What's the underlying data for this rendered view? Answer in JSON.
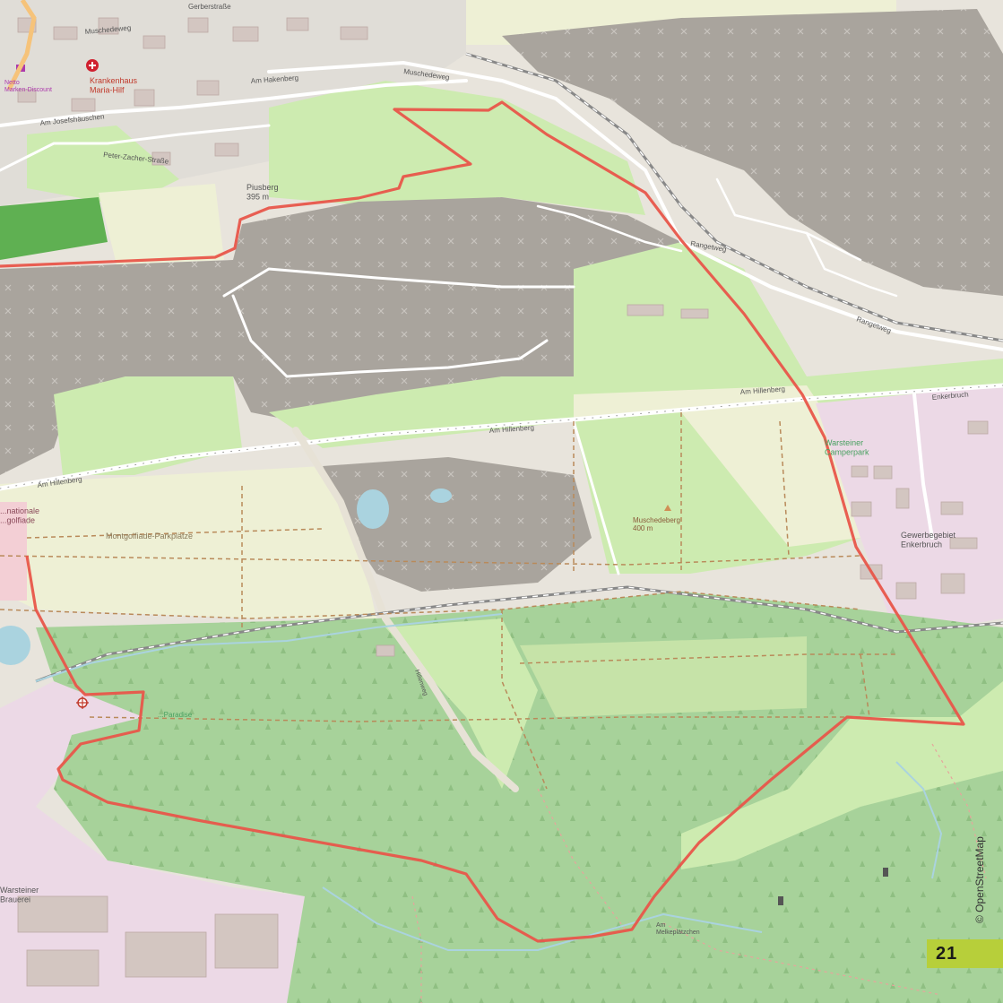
{
  "page": {
    "number": "21"
  },
  "attribution": "© OpenStreetMap",
  "colors": {
    "route": "#e8564a",
    "quarry": "#a8a39c",
    "meadow": "#cdebb0",
    "farmland": "#eef0d5",
    "forest": "#add19e",
    "industrial": "#ebdbe8",
    "water": "#aad3df",
    "badge": "#b7cf3a"
  },
  "labels": {
    "hospital": "Krankenhaus\nMaria-Hilf",
    "street_muschedeweg": "Muschedeweg",
    "street_am_hakenberg": "Am Hakenberg",
    "street_gerberstrasse": "Gerberstraße",
    "street_am_josefshaeuschen": "Am Josefshäuschen",
    "street_peter_zacher": "Peter-Zacher-Straße",
    "street_am_hillenberg_1": "Am Hillenberg",
    "street_am_hillenberg_2": "Am Hillenberg",
    "street_am_hillenberg_3": "Am Hillenberg",
    "street_enkerbruch": "Enkerbruch",
    "street_rangetweg": "Rangetweg",
    "street_hillenweg": "Hillenweg",
    "piusberg": "Piusberg\n395 m",
    "montgolfiade": "Montgolfiade-Parkplätze",
    "montgolfiade_event": "...nationale\n...golfiade",
    "muschedeberg": "Muschedeberg\n400 m",
    "camperpark": "Warsteiner\nCamperpark",
    "gewerbegebiet": "Gewerbegebiet\nEnkerbruch",
    "brauerei": "Warsteiner\nBrauerei",
    "paradise": "...Paradise",
    "melkeplaetzchen": "Am\nMelkeplätzchen",
    "netto": "Netto\nMarken-Discount"
  }
}
